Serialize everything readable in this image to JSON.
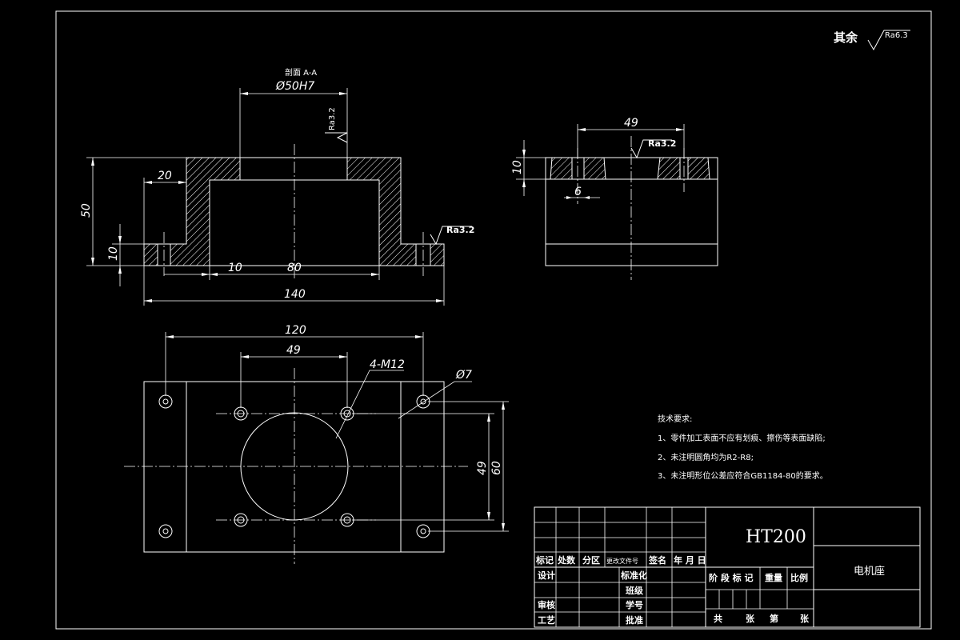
{
  "drawing": {
    "finish_label": "其余",
    "finish_default": "Ra6.3",
    "section_label": "剖面 A-A",
    "dims_section": {
      "bore": "Ø50H7",
      "ra_bore": "Ra3.2",
      "ra_base": "Ra3.2",
      "w20": "20",
      "h50": "50",
      "h10": "10",
      "w10": "10",
      "w80": "80",
      "w140": "140"
    },
    "dims_side": {
      "w49": "49",
      "ra": "Ra3.2",
      "h10": "10",
      "w6": "6"
    },
    "dims_plan": {
      "w120": "120",
      "w49": "49",
      "thread": "4-M12",
      "hole": "Ø7",
      "h49": "49",
      "h60": "60"
    },
    "tech_notes": [
      "技术要求:",
      "1、零件加工表面不应有划痕、擦伤等表面缺陷;",
      "2、未注明圆角均为R2-R8;",
      "3、未注明形位公差应符合GB1184-80的要求。"
    ]
  },
  "title_block": {
    "material": "HT200",
    "part_name": "电机座",
    "rev_headers": [
      "标记",
      "处数",
      "分区",
      "更改文件号",
      "签名",
      "年 月 日"
    ],
    "design": "设计",
    "standard": "标准化",
    "stage_headers": [
      "阶 段 标 记",
      "重量",
      "比例"
    ],
    "class": "班级",
    "review": "审核",
    "student_no": "学号",
    "process": "工艺",
    "approve": "批准",
    "sheets": [
      "共",
      "张",
      "第",
      "张"
    ]
  }
}
